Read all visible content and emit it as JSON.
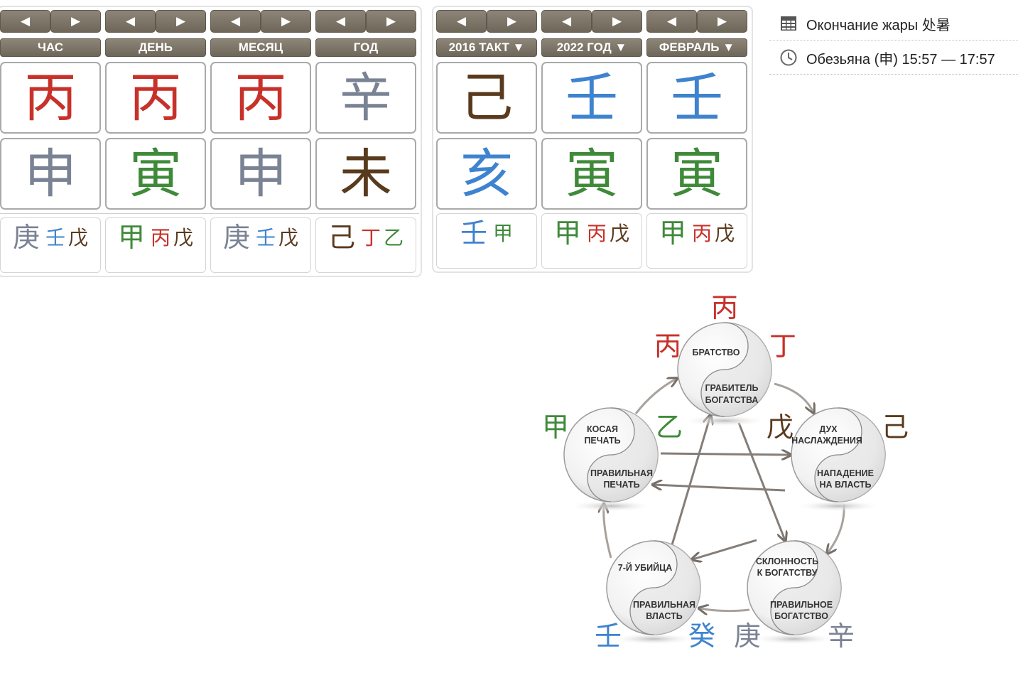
{
  "colors": {
    "fire": "#c8312a",
    "metal": "#7a8394",
    "wood": "#3f8a39",
    "earth": "#5a3a1d",
    "water": "#3e83cf",
    "button": "#756d60"
  },
  "natal": {
    "headers": [
      "ЧАС",
      "ДЕНЬ",
      "МЕСЯЦ",
      "ГОД"
    ],
    "stems": [
      {
        "char": "丙",
        "color": "#c8312a"
      },
      {
        "char": "丙",
        "color": "#c8312a"
      },
      {
        "char": "丙",
        "color": "#c8312a"
      },
      {
        "char": "辛",
        "color": "#7a8394"
      }
    ],
    "branches": [
      {
        "char": "申",
        "color": "#7a8394"
      },
      {
        "char": "寅",
        "color": "#3f8a39"
      },
      {
        "char": "申",
        "color": "#7a8394"
      },
      {
        "char": "未",
        "color": "#5a3a1d"
      }
    ],
    "hidden": [
      [
        {
          "char": "庚",
          "color": "#7a8394"
        },
        {
          "char": "壬",
          "color": "#3e83cf"
        },
        {
          "char": "戊",
          "color": "#5a3a1d"
        }
      ],
      [
        {
          "char": "甲",
          "color": "#3f8a39"
        },
        {
          "char": "丙",
          "color": "#c8312a"
        },
        {
          "char": "戊",
          "color": "#5a3a1d"
        }
      ],
      [
        {
          "char": "庚",
          "color": "#7a8394"
        },
        {
          "char": "壬",
          "color": "#3e83cf"
        },
        {
          "char": "戊",
          "color": "#5a3a1d"
        }
      ],
      [
        {
          "char": "己",
          "color": "#5a3a1d"
        },
        {
          "char": "丁",
          "color": "#c8312a"
        },
        {
          "char": "乙",
          "color": "#3f8a39"
        }
      ]
    ]
  },
  "luck": {
    "headers": [
      "2016 ТАКТ ▼",
      "2022 ГОД ▼",
      "ФЕВРАЛЬ ▼"
    ],
    "stems": [
      {
        "char": "己",
        "color": "#5a3a1d"
      },
      {
        "char": "壬",
        "color": "#3e83cf"
      },
      {
        "char": "壬",
        "color": "#3e83cf"
      }
    ],
    "branches": [
      {
        "char": "亥",
        "color": "#3e83cf"
      },
      {
        "char": "寅",
        "color": "#3f8a39"
      },
      {
        "char": "寅",
        "color": "#3f8a39"
      }
    ],
    "hidden": [
      [
        {
          "char": "壬",
          "color": "#3e83cf"
        },
        {
          "char": "甲",
          "color": "#3f8a39"
        }
      ],
      [
        {
          "char": "甲",
          "color": "#3f8a39"
        },
        {
          "char": "丙",
          "color": "#c8312a"
        },
        {
          "char": "戊",
          "color": "#5a3a1d"
        }
      ],
      [
        {
          "char": "甲",
          "color": "#3f8a39"
        },
        {
          "char": "丙",
          "color": "#c8312a"
        },
        {
          "char": "戊",
          "color": "#5a3a1d"
        }
      ]
    ]
  },
  "nav": {
    "prev": "◀",
    "next": "▶"
  },
  "info": {
    "solar_term": "Окончание жары 处暑",
    "hour": "Обезьяна (申) 15:57 — 17:57"
  },
  "wheel": {
    "top": {
      "upper": "БРАТСТВО",
      "lower1": "ГРАБИТЕЛЬ",
      "lower2": "БОГАТСТВА",
      "chars": [
        {
          "char": "丙",
          "color": "#c8312a"
        },
        {
          "char": "丙",
          "color": "#c8312a"
        },
        {
          "char": "丁",
          "color": "#c8312a"
        }
      ]
    },
    "right": {
      "upper1": "ДУХ",
      "upper2": "НАСЛАЖДЕНИЯ",
      "lower1": "НАПАДЕНИЕ",
      "lower2": "НА ВЛАСТЬ",
      "chars": [
        {
          "char": "戊",
          "color": "#5a3a1d"
        },
        {
          "char": "己",
          "color": "#5a3a1d"
        }
      ]
    },
    "bottom_right": {
      "upper1": "СКЛОННОСТЬ",
      "upper2": "К БОГАТСТВУ",
      "lower1": "ПРАВИЛЬНОЕ",
      "lower2": "БОГАТСТВО",
      "chars": [
        {
          "char": "庚",
          "color": "#7a8394"
        },
        {
          "char": "辛",
          "color": "#7a8394"
        }
      ]
    },
    "bottom_left": {
      "upper": "7-Й УБИЙЦА",
      "lower1": "ПРАВИЛЬНАЯ",
      "lower2": "ВЛАСТЬ",
      "chars": [
        {
          "char": "壬",
          "color": "#3e83cf"
        },
        {
          "char": "癸",
          "color": "#3e83cf"
        }
      ]
    },
    "left": {
      "upper1": "КОСАЯ",
      "upper2": "ПЕЧАТЬ",
      "lower1": "ПРАВИЛЬНАЯ",
      "lower2": "ПЕЧАТЬ",
      "chars": [
        {
          "char": "甲",
          "color": "#3f8a39"
        },
        {
          "char": "乙",
          "color": "#3f8a39"
        }
      ]
    }
  }
}
